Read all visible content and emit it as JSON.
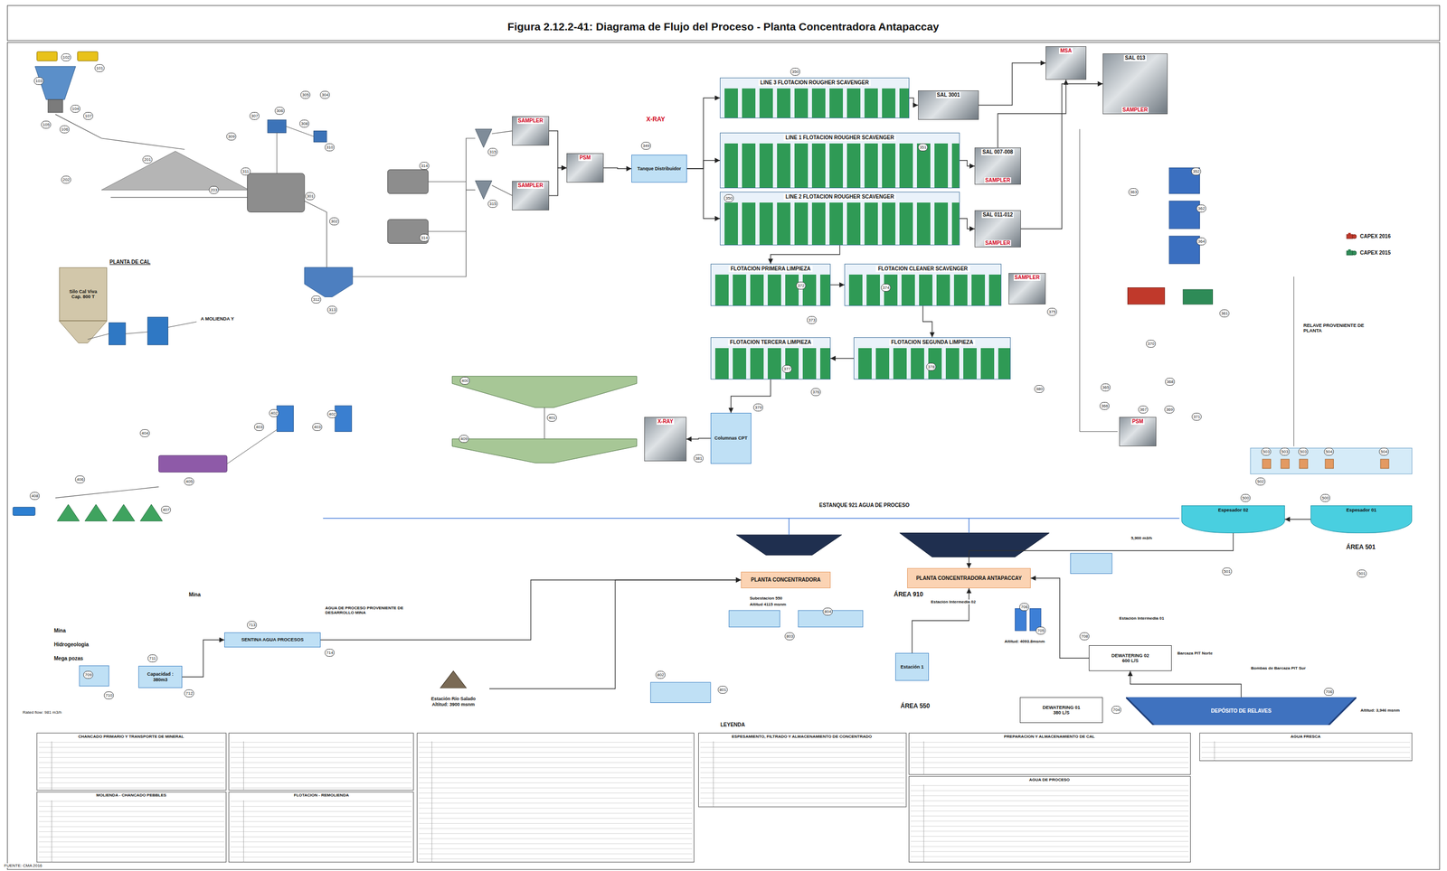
{
  "diagram": {
    "title": "Figura 2.12.2-41: Diagrama de Flujo del Proceso - Planta Concentradora Antapaccay",
    "nodes": [
      {
        "text": [
          "MSA"
        ]
      },
      {
        "text": [
          "SAL 013",
          "SAMPLER"
        ]
      },
      {
        "text": [
          "SAMPLER"
        ]
      },
      {
        "text": [
          "SAMPLER"
        ]
      },
      {
        "text": [
          "PSM"
        ]
      },
      {
        "text": [
          "X-RAY"
        ]
      },
      {
        "text": [
          "Tanque Distribuidor"
        ]
      },
      {
        "text": [
          "SAL 3001"
        ]
      },
      {
        "text": [
          "SAL 007-008",
          "SAMPLER"
        ]
      },
      {
        "text": [
          "SAL 011-012",
          "SAMPLER"
        ]
      },
      {
        "text": [
          "LINE 3 FLOTACION ROUGHER SCAVENGER"
        ]
      },
      {
        "text": [
          "LINE 1 FLOTACION ROUGHER SCAVENGER"
        ]
      },
      {
        "text": [
          "LINE 2 FLOTACION ROUGHER SCAVENGER"
        ]
      },
      {
        "text": [
          "FLOTACION PRIMERA LIMPIEZA"
        ]
      },
      {
        "text": [
          "FLOTACION CLEANER SCAVENGER"
        ]
      },
      {
        "text": [
          "FLOTACION TERCERA LIMPIEZA"
        ]
      },
      {
        "text": [
          "FLOTACION SEGUNDA LIMPIEZA"
        ]
      },
      {
        "text": [
          "Columnas CPT"
        ]
      },
      {
        "text": [
          "Silo Cal Viva",
          "Cap. 800 T"
        ]
      },
      {
        "text": [
          "Espesador 02"
        ]
      },
      {
        "text": [
          "Espesador 01"
        ]
      },
      {
        "text": [
          "PLANTA CONCENTRADORA"
        ]
      },
      {
        "text": [
          "PLANTA CONCENTRADORA ANTAPACCAY"
        ]
      },
      {
        "text": [
          "SENTINA AGUA PROCESOS"
        ]
      },
      {
        "text": [
          "Capacidad : 380m3"
        ]
      },
      {
        "text": [
          "DEPÓSITO DE RELAVES"
        ]
      },
      {
        "text": [
          "Estación Río Salado",
          "Altitud: 3900 msnm"
        ]
      },
      {
        "text": [
          "Estación 1"
        ]
      },
      {
        "text": [
          "DEWATERING 02",
          "600 L/S"
        ]
      },
      {
        "text": [
          "DEWATERING 01",
          "380 L/S"
        ]
      },
      {
        "text": [
          "PSM"
        ]
      },
      {
        "text": [
          "SAMPLER"
        ]
      },
      {
        "text": [
          "101"
        ]
      },
      {
        "text": [
          "102"
        ]
      },
      {
        "text": [
          "103"
        ]
      },
      {
        "text": [
          "104"
        ]
      },
      {
        "text": [
          "105"
        ]
      },
      {
        "text": [
          "106"
        ]
      },
      {
        "text": [
          "107"
        ]
      },
      {
        "text": [
          "201"
        ]
      },
      {
        "text": [
          "202"
        ]
      },
      {
        "text": [
          "203"
        ]
      },
      {
        "text": [
          "301"
        ]
      },
      {
        "text": [
          "302"
        ]
      },
      {
        "text": [
          "304"
        ]
      },
      {
        "text": [
          "305"
        ]
      },
      {
        "text": [
          "306"
        ]
      },
      {
        "text": [
          "307"
        ]
      },
      {
        "text": [
          "308"
        ]
      },
      {
        "text": [
          "309"
        ]
      },
      {
        "text": [
          "310"
        ]
      },
      {
        "text": [
          "311"
        ]
      },
      {
        "text": [
          "312"
        ]
      },
      {
        "text": [
          "313"
        ]
      },
      {
        "text": [
          "314"
        ]
      },
      {
        "text": [
          "314"
        ]
      },
      {
        "text": [
          "315"
        ]
      },
      {
        "text": [
          "315"
        ]
      },
      {
        "text": [
          "349"
        ]
      },
      {
        "text": [
          "350"
        ]
      },
      {
        "text": [
          "350"
        ]
      },
      {
        "text": [
          "351"
        ]
      },
      {
        "text": [
          "352"
        ]
      },
      {
        "text": [
          "361"
        ]
      },
      {
        "text": [
          "362"
        ]
      },
      {
        "text": [
          "363"
        ]
      },
      {
        "text": [
          "364"
        ]
      },
      {
        "text": [
          "365"
        ]
      },
      {
        "text": [
          "366"
        ]
      },
      {
        "text": [
          "367"
        ]
      },
      {
        "text": [
          "368"
        ]
      },
      {
        "text": [
          "369"
        ]
      },
      {
        "text": [
          "370"
        ]
      },
      {
        "text": [
          "371"
        ]
      },
      {
        "text": [
          "372"
        ]
      },
      {
        "text": [
          "373"
        ]
      },
      {
        "text": [
          "374"
        ]
      },
      {
        "text": [
          "375"
        ]
      },
      {
        "text": [
          "376"
        ]
      },
      {
        "text": [
          "377"
        ]
      },
      {
        "text": [
          "378"
        ]
      },
      {
        "text": [
          "379"
        ]
      },
      {
        "text": [
          "380"
        ]
      },
      {
        "text": [
          "381"
        ]
      },
      {
        "text": [
          "400"
        ]
      },
      {
        "text": [
          "401"
        ]
      },
      {
        "text": [
          "402"
        ]
      },
      {
        "text": [
          "403"
        ]
      },
      {
        "text": [
          "402"
        ]
      },
      {
        "text": [
          "403"
        ]
      },
      {
        "text": [
          "404"
        ]
      },
      {
        "text": [
          "405"
        ]
      },
      {
        "text": [
          "406"
        ]
      },
      {
        "text": [
          "407"
        ]
      },
      {
        "text": [
          "408"
        ]
      },
      {
        "text": [
          "409"
        ]
      },
      {
        "text": [
          "500"
        ]
      },
      {
        "text": [
          "500"
        ]
      },
      {
        "text": [
          "501"
        ]
      },
      {
        "text": [
          "501"
        ]
      },
      {
        "text": [
          "502"
        ]
      },
      {
        "text": [
          "503"
        ]
      },
      {
        "text": [
          "503"
        ]
      },
      {
        "text": [
          "503"
        ]
      },
      {
        "text": [
          "504"
        ]
      },
      {
        "text": [
          "504"
        ]
      },
      {
        "text": [
          "704"
        ]
      },
      {
        "text": [
          "706"
        ]
      },
      {
        "text": [
          "705"
        ]
      },
      {
        "text": [
          "706"
        ]
      },
      {
        "text": [
          "708"
        ]
      },
      {
        "text": [
          "709"
        ]
      },
      {
        "text": [
          "710"
        ]
      },
      {
        "text": [
          "711"
        ]
      },
      {
        "text": [
          "712"
        ]
      },
      {
        "text": [
          "713"
        ]
      },
      {
        "text": [
          "714"
        ]
      },
      {
        "text": [
          "801"
        ]
      },
      {
        "text": [
          "802"
        ]
      },
      {
        "text": [
          "803"
        ]
      },
      {
        "text": [
          "804"
        ]
      }
    ],
    "edges": [
      {
        "from": 2,
        "to": 4,
        "arrow": "to"
      },
      {
        "from": 3,
        "to": 4,
        "arrow": "to"
      },
      {
        "from": 4,
        "to": 6,
        "arrow": "to"
      },
      {
        "from": 6,
        "to": 10,
        "arrow": "to"
      },
      {
        "from": 6,
        "to": 11,
        "arrow": "to"
      },
      {
        "from": 6,
        "to": 12,
        "arrow": "to"
      },
      {
        "from": 10,
        "to": 7,
        "arrow": "to"
      },
      {
        "from": 11,
        "to": 8,
        "arrow": "to"
      },
      {
        "from": 12,
        "to": 9,
        "arrow": "to"
      },
      {
        "from": 7,
        "to": 0,
        "arrow": "to"
      },
      {
        "from": 8,
        "to": 0,
        "arrow": "to"
      },
      {
        "from": 9,
        "to": 1,
        "arrow": "to"
      },
      {
        "from": 12,
        "to": 13,
        "arrow": "to"
      },
      {
        "from": 13,
        "to": 14,
        "arrow": "to"
      },
      {
        "from": 14,
        "to": 16,
        "arrow": "to"
      },
      {
        "from": 16,
        "to": 15,
        "arrow": "to"
      },
      {
        "from": 15,
        "to": 17,
        "arrow": "to"
      },
      {
        "from": 17,
        "to": 5,
        "arrow": "to"
      },
      {
        "from": 20,
        "to": 19,
        "arrow": "to"
      },
      {
        "from": 19,
        "to": 22,
        "arrow": "to"
      },
      {
        "from": 25,
        "to": 28,
        "arrow": "to"
      },
      {
        "from": 28,
        "to": 22,
        "arrow": "to"
      },
      {
        "from": 24,
        "to": 23,
        "arrow": "to"
      },
      {
        "from": 23,
        "to": 21,
        "arrow": "to"
      },
      {
        "from": 26,
        "to": 21,
        "arrow": "to"
      },
      {
        "from": 27,
        "to": 22,
        "arrow": "to"
      }
    ],
    "labels": [
      "X-RAY",
      "PLANTA DE CAL",
      "A MOLIENDA Y",
      "RELAVE PROVENIENTE DE PLANTA",
      "ESTANQUE 921 AGUA DE PROCESO",
      "ÁREA 910",
      "ÁREA 501",
      "ÁREA 550",
      "Mina",
      "Mina",
      "Hidrogeologia",
      "Mega pozas",
      "AGUA DE PROCESO PROVENIENTE DE DESARROLLO MINA",
      "Subestacion 550",
      "Altitud 4115 msnm",
      "Estación Intermedia 02",
      "Estación Intermedia 01",
      "Barcaza PIT Norte",
      "Bombas de Barcaza PIT Sur",
      "Altitud: 4093.8msnm",
      "Altitud: 3,946 msnm",
      "5,900 m3/h",
      "LEYENDA",
      "FUENTE: CMA 2016",
      "Rated flow: 981 m3/h",
      "CHANCADO PRIMARIO Y TRANSPORTE DE MINERAL",
      "MOLIENDA - CHANCADO PEBBLES",
      "FLOTACION - REMOLIENDA",
      "ESPESAMIENTO, FILTRADO Y ALMACENAMIENTO DE CONCENTRADO",
      "PREPARACION Y ALMACENAMIENTO DE CAL",
      "AGUA DE PROCESO",
      "AGUA FRESCA"
    ],
    "legend": [
      {
        "text": "CAPEX 2016"
      },
      {
        "text": "CAPEX 2015"
      }
    ]
  }
}
